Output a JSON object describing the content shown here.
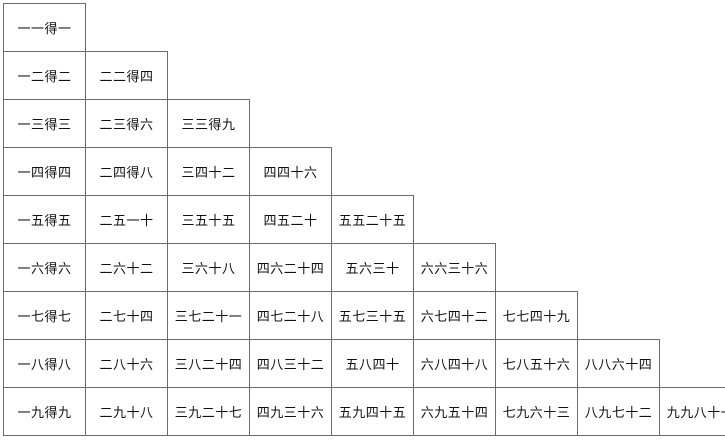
{
  "table": {
    "rows": [
      [
        "一一得一"
      ],
      [
        "一二得二",
        "二二得四"
      ],
      [
        "一三得三",
        "二三得六",
        "三三得九"
      ],
      [
        "一四得四",
        "二四得八",
        "三四十二",
        "四四十六"
      ],
      [
        "一五得五",
        "二五一十",
        "三五十五",
        "四五二十",
        "五五二十五"
      ],
      [
        "一六得六",
        "二六十二",
        "三六十八",
        "四六二十四",
        "五六三十",
        "六六三十六"
      ],
      [
        "一七得七",
        "二七十四",
        "三七二十一",
        "四七二十八",
        "五七三十五",
        "六七四十二",
        "七七四十九"
      ],
      [
        "一八得八",
        "二八十六",
        "三八二十四",
        "四八三十二",
        "五八四十",
        "六八四十八",
        "七八五十六",
        "八八六十四"
      ],
      [
        "一九得九",
        "二九十八",
        "三九二十七",
        "四九三十六",
        "五九四十五",
        "六九五十四",
        "七九六十三",
        "八九七十二",
        "九九八十一"
      ]
    ]
  }
}
